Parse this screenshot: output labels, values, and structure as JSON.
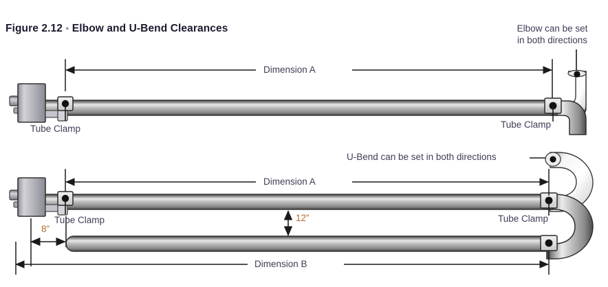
{
  "figure": {
    "label": "Figure 2.12",
    "separator": "•",
    "title": "Elbow and U-Bend Clearances"
  },
  "colors": {
    "tube_dark": "#4a4a4a",
    "tube_mid": "#9a9a9a",
    "tube_light": "#e8e8e8",
    "block_fill": "#b4b4bc",
    "line": "#1a1a1a",
    "text": "#3d3d55",
    "accent_inch": "#b06a28"
  },
  "assemblies": {
    "elbow": {
      "name": "Elbow assembly",
      "callout": {
        "line1": "Elbow can be set",
        "line2": "in both directions"
      },
      "dimension": "Dimension A",
      "clamp_left": "Tube Clamp",
      "clamp_right": "Tube Clamp"
    },
    "ubend": {
      "name": "U-Bend assembly",
      "callout": "U-Bend can be set in both directions",
      "dimension_top": "Dimension A",
      "dimension_bottom": "Dimension B",
      "clamp_left": "Tube Clamp",
      "clamp_right": "Tube Clamp",
      "gap_label": "12”",
      "offset_label": "8”"
    }
  }
}
